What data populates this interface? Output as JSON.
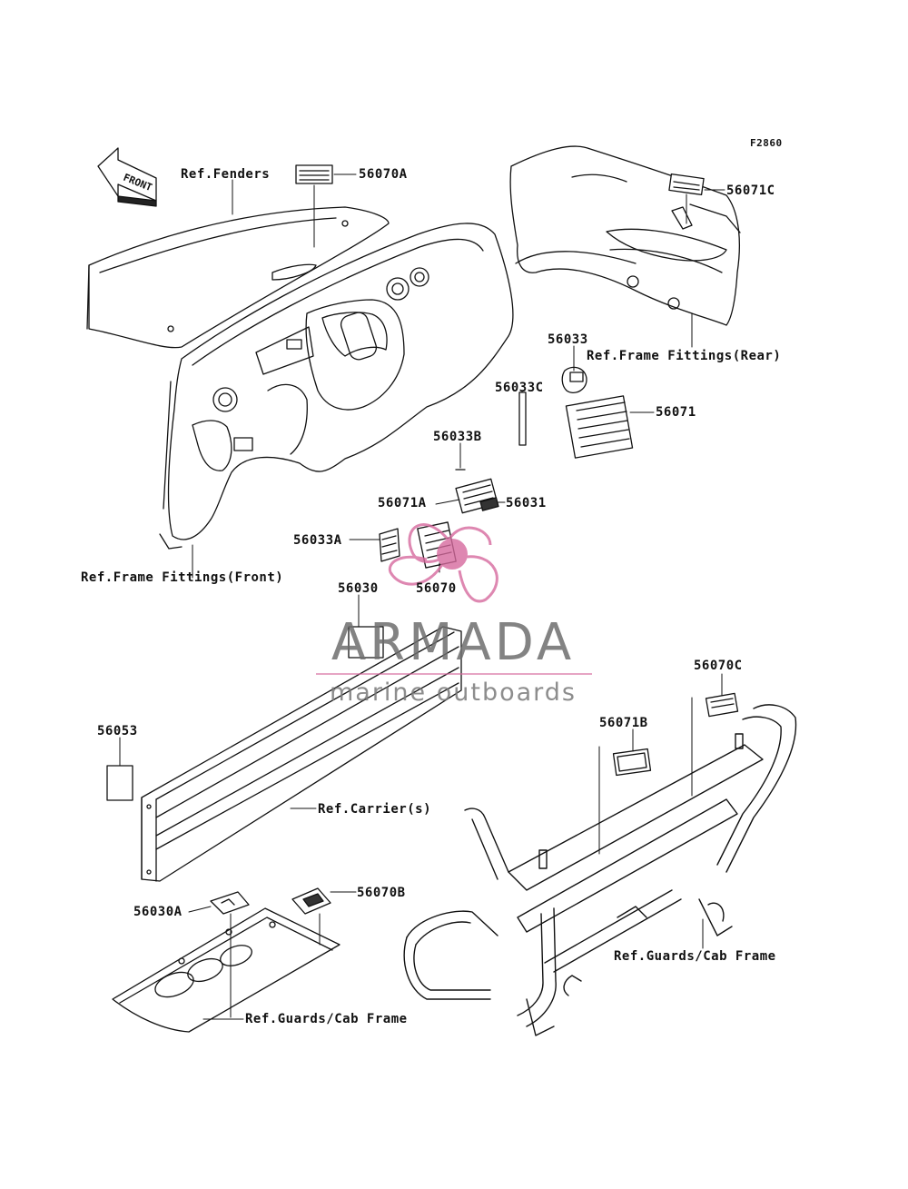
{
  "figure_id": "F2860",
  "parts": {
    "p56070A": "56070A",
    "p56071C": "56071C",
    "p56033": "56033",
    "p56033C": "56033C",
    "p56071": "56071",
    "p56033B": "56033B",
    "p56071A": "56071A",
    "p56031": "56031",
    "p56033A": "56033A",
    "p56070": "56070",
    "p56030": "56030",
    "p56053": "56053",
    "p56070C": "56070C",
    "p56071B": "56071B",
    "p56030A": "56030A",
    "p56070B": "56070B"
  },
  "refs": {
    "fenders": "Ref.Fenders",
    "frame_rear": "Ref.Frame Fittings(Rear)",
    "frame_front": "Ref.Frame Fittings(Front)",
    "carrier": "Ref.Carrier(s)",
    "guards_right": "Ref.Guards/Cab Frame",
    "guards_left": "Ref.Guards/Cab Frame"
  },
  "front_arrow": "FRONT",
  "watermark": {
    "title": "ARMADA",
    "subtitle": "marine outboards",
    "accent_color": "#d66a9e",
    "text_color": "#6e6e6e"
  },
  "colors": {
    "line": "#111111",
    "background": "#ffffff"
  }
}
